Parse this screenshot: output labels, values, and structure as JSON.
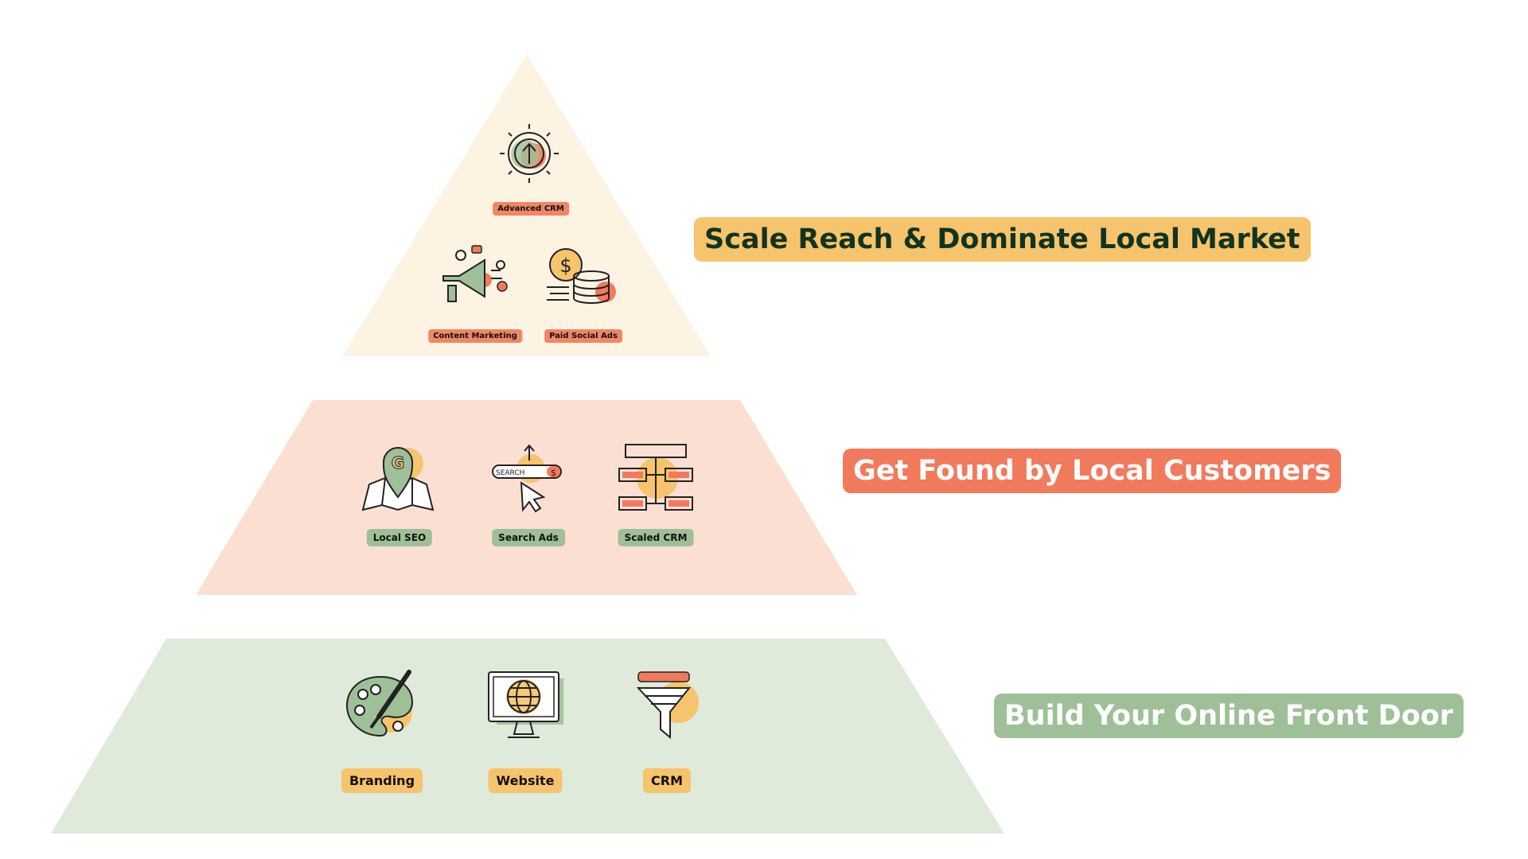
{
  "tiers": [
    {
      "heading": "Scale Reach & Dominate Local Market",
      "items": [
        {
          "label": "Advanced CRM",
          "icon": "gear-upload-icon"
        },
        {
          "label": "Content Marketing",
          "icon": "megaphone-icon"
        },
        {
          "label": "Paid Social Ads",
          "icon": "coins-icon"
        }
      ]
    },
    {
      "heading": "Get Found by Local Customers",
      "items": [
        {
          "label": "Local SEO",
          "icon": "map-pin-icon"
        },
        {
          "label": "Search Ads",
          "icon": "search-bar-icon"
        },
        {
          "label": "Scaled CRM",
          "icon": "flowchart-icon"
        }
      ]
    },
    {
      "heading": "Build Your Online Front Door",
      "items": [
        {
          "label": "Branding",
          "icon": "palette-icon"
        },
        {
          "label": "Website",
          "icon": "globe-monitor-icon"
        },
        {
          "label": "CRM",
          "icon": "funnel-icon"
        }
      ]
    }
  ],
  "colors": {
    "top_fill": "#fdf3e3",
    "mid_fill": "#fcdfd3",
    "bottom_fill": "#dfeadb",
    "yellow": "#f5c46c",
    "coral": "#f27a5c",
    "sage": "#9fbf99",
    "dark_green": "#12331f"
  }
}
